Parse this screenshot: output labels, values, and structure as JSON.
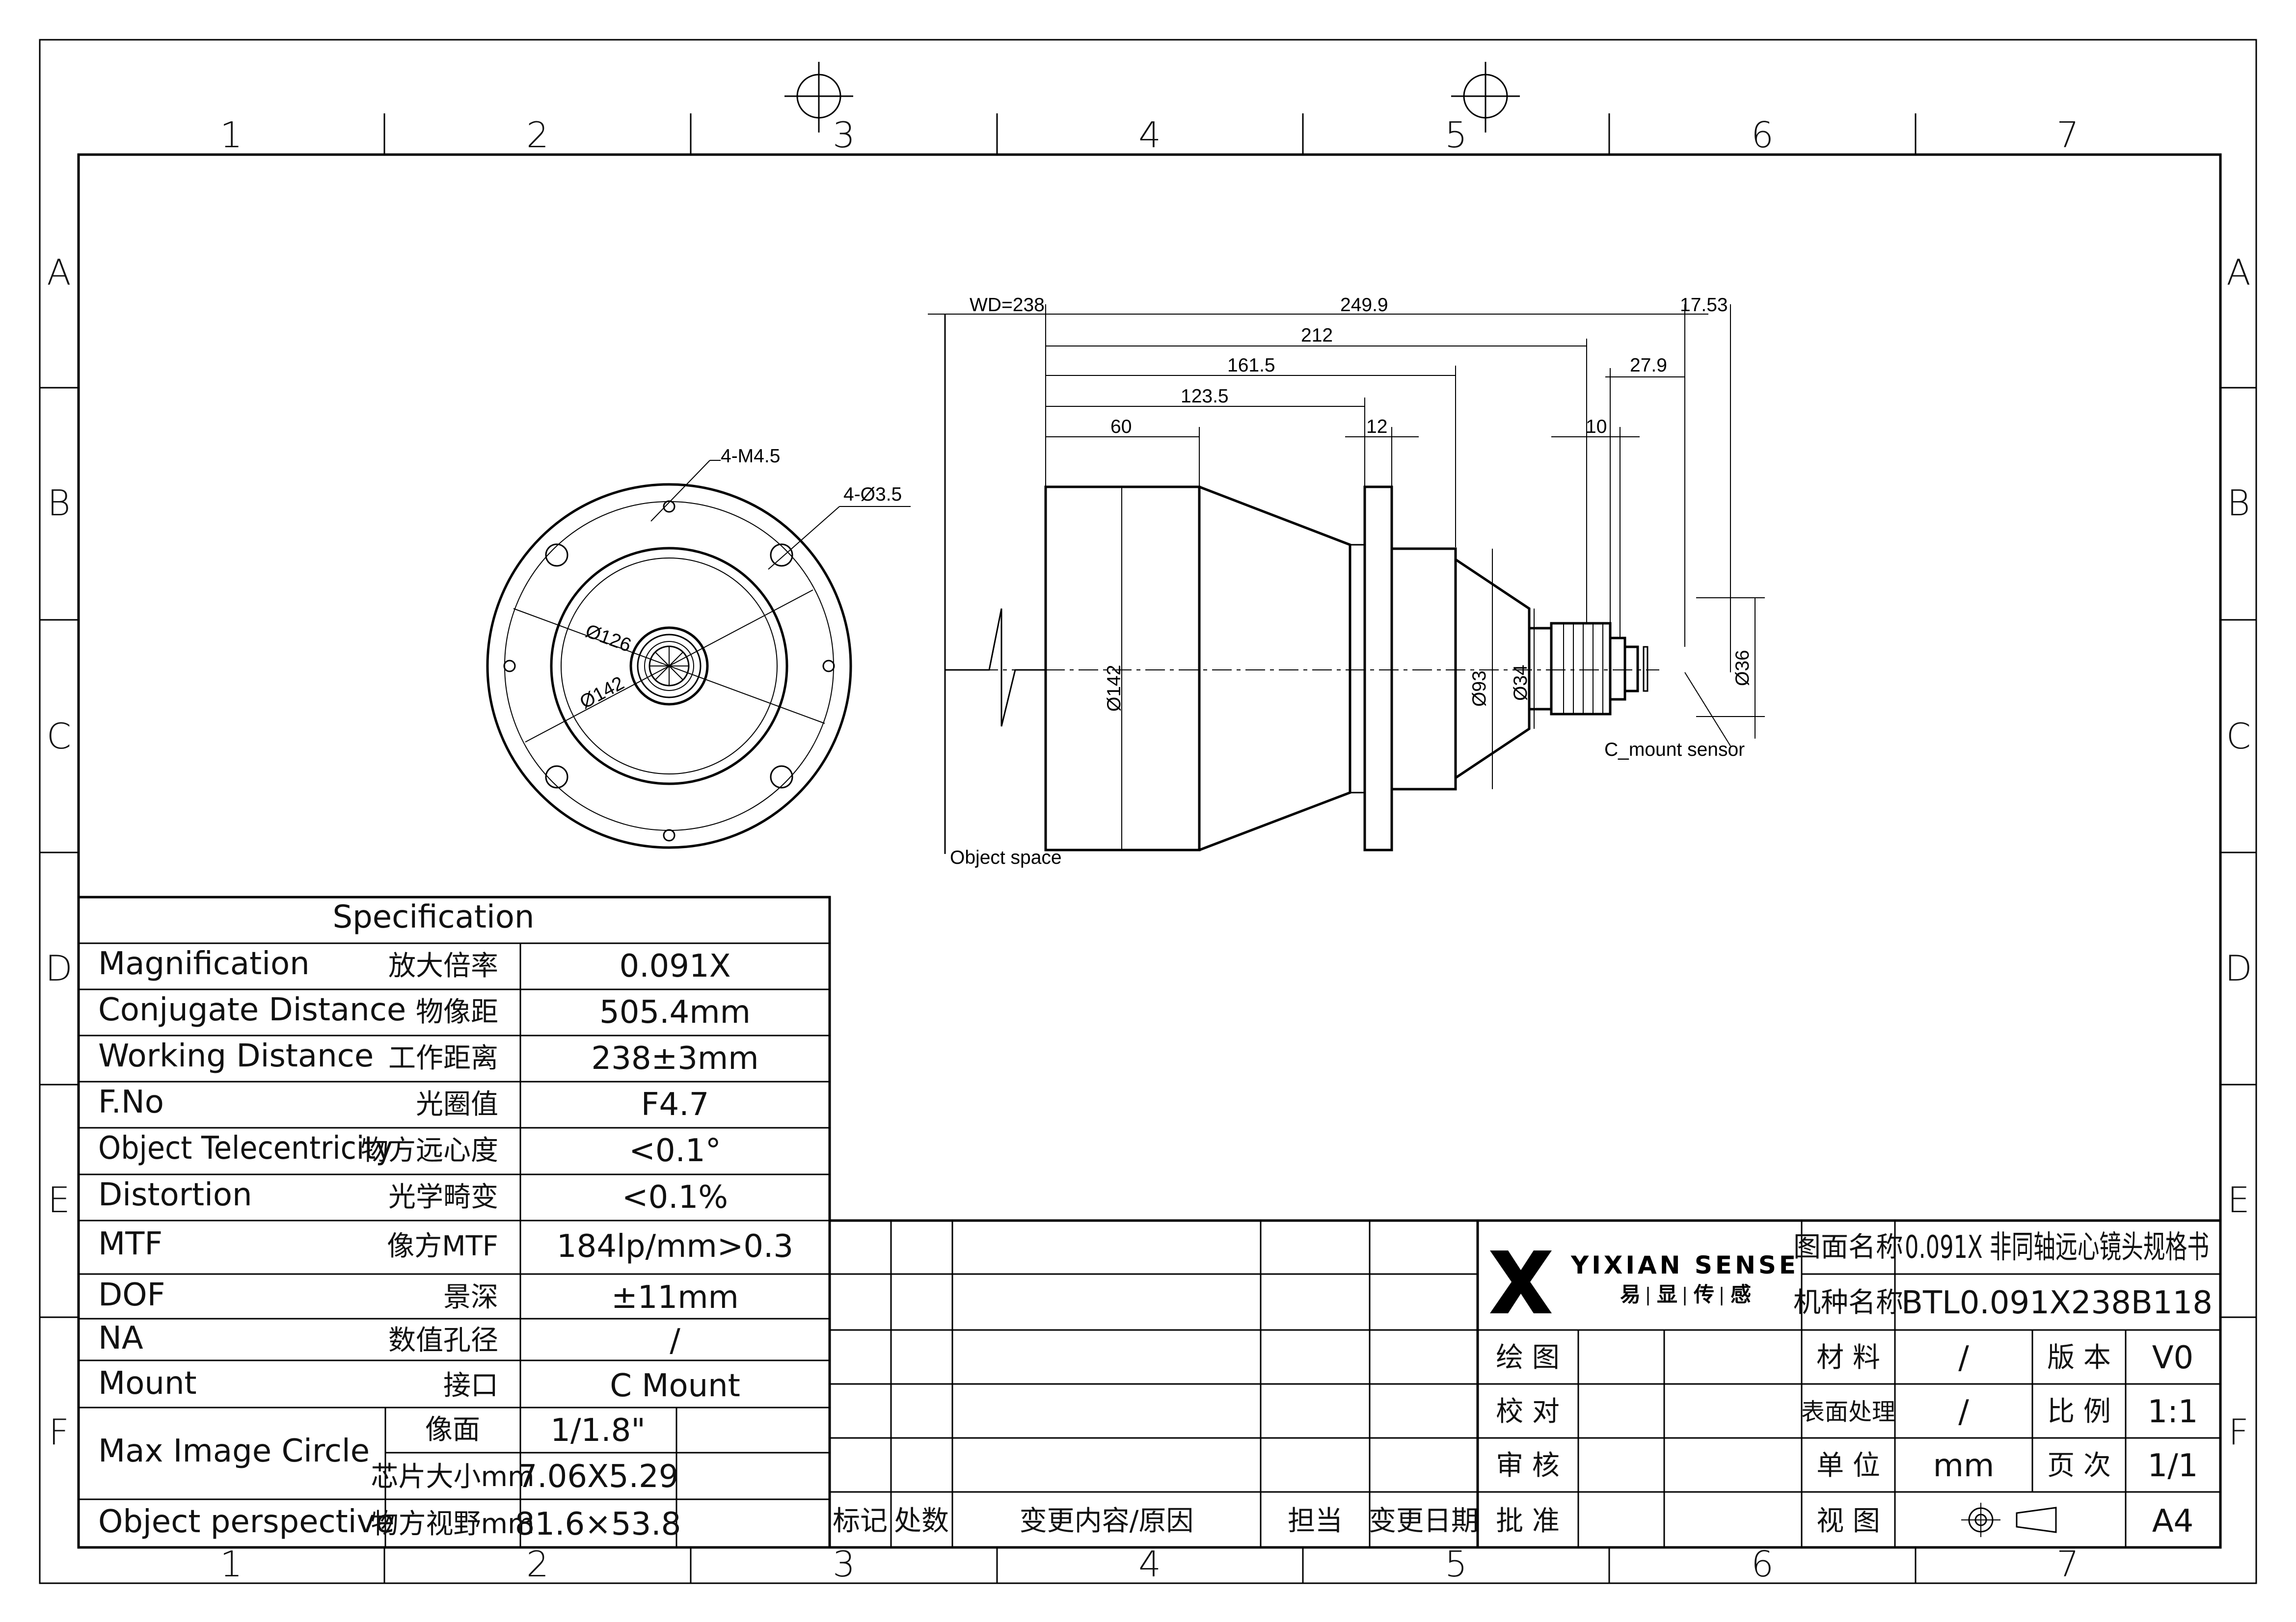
{
  "zones": {
    "columns": [
      "1",
      "2",
      "3",
      "4",
      "5",
      "6",
      "7"
    ],
    "rows": [
      "A",
      "B",
      "C",
      "D",
      "E",
      "F"
    ]
  },
  "drawing": {
    "front_view": {
      "thread_holes": "4-M4.5",
      "through_holes": "4-Ø3.5",
      "dia_126": "Ø126",
      "dia_142": "Ø142"
    },
    "side_view": {
      "wd": "WD=238",
      "d_249_9": "249.9",
      "d_17_53": "17.53",
      "d_212": "212",
      "d_161_5": "161.5",
      "d_27_9": "27.9",
      "d_123_5": "123.5",
      "d_60": "60",
      "d_12": "12",
      "d_10": "10",
      "dia_142": "Ø142",
      "dia_93": "Ø93",
      "dia_34": "Ø34",
      "dia_36": "Ø36",
      "sensor_label": "C_mount sensor",
      "object_label": "Object space"
    }
  },
  "spec_table": {
    "title": "Specification",
    "rows": [
      {
        "en": "Magnification",
        "cn": "放大倍率",
        "value": "0.091X"
      },
      {
        "en": "Conjugate Distance",
        "cn": "物像距",
        "value": "505.4mm"
      },
      {
        "en": "Working Distance",
        "cn": "工作距离",
        "value": "238±3mm"
      },
      {
        "en": "F.No",
        "cn": "光圈值",
        "value": "F4.7"
      },
      {
        "en": "Object Telecentricity",
        "cn": "物方远心度",
        "value": "<0.1°"
      },
      {
        "en": "Distortion",
        "cn": "光学畸变",
        "value": "<0.1%"
      },
      {
        "en": "MTF",
        "cn": "像方MTF",
        "value": "184lp/mm>0.3"
      },
      {
        "en": "DOF",
        "cn": "景深",
        "value": "±11mm"
      },
      {
        "en": "NA",
        "cn": "数值孔径",
        "value": "/"
      },
      {
        "en": "Mount",
        "cn": "接口",
        "value": "C Mount"
      }
    ],
    "max_image_circle": {
      "en": "Max Image Circle",
      "sub": [
        {
          "cn": "像面",
          "value": "1/1.8\""
        },
        {
          "cn": "芯片大小mm",
          "value": "7.06X5.29"
        }
      ]
    },
    "object_perspective": {
      "en": "Object perspective",
      "cn": "物方视野mm",
      "value": "81.6×53.8"
    }
  },
  "revision_table": {
    "headers": [
      "标记",
      "处数",
      "变更内容/原因",
      "担当",
      "变更日期"
    ]
  },
  "title_block": {
    "brand_en": "YIXIAN SENSE",
    "brand_cn": [
      "易",
      "显",
      "传",
      "感"
    ],
    "drawing_name_label": "图面名称",
    "drawing_name": "0.091X 非同轴远心镜头规格书",
    "model_label": "机种名称",
    "model": "BTL0.091X238B118",
    "sign_labels": [
      "绘 图",
      "校 对",
      "审 核",
      "批 准"
    ],
    "material_label": "材 料",
    "material": "/",
    "version_label": "版 本",
    "version": "V0",
    "surface_label": "表面处理",
    "surface": "/",
    "scale_label": "比 例",
    "scale": "1:1",
    "unit_label": "单 位",
    "unit": "mm",
    "page_label": "页 次",
    "page": "1/1",
    "view_label": "视 图",
    "paper": "A4"
  }
}
